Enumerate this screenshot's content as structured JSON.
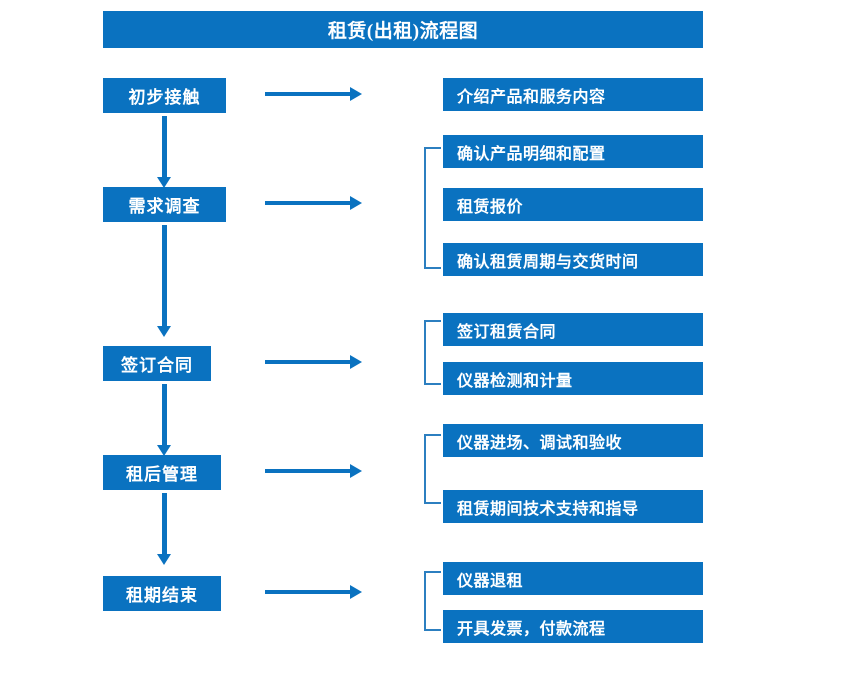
{
  "header": {
    "title": "租赁(出租)流程图"
  },
  "colors": {
    "brand_blue": "#0a72c0",
    "bracket_blue": "#2c7fc0",
    "box_text": "#ffffff",
    "background": "#ffffff"
  },
  "flow": {
    "stages": [
      {
        "label": "初步接触"
      },
      {
        "label": "需求调查"
      },
      {
        "label": "签订合同"
      },
      {
        "label": "租后管理"
      },
      {
        "label": "租期结束"
      }
    ],
    "detail_groups": [
      {
        "items": [
          {
            "label": "介绍产品和服务内容"
          }
        ]
      },
      {
        "items": [
          {
            "label": "确认产品明细和配置"
          },
          {
            "label": "租赁报价"
          },
          {
            "label": "确认租赁周期与交货时间"
          }
        ]
      },
      {
        "items": [
          {
            "label": "签订租赁合同"
          },
          {
            "label": "仪器检测和计量"
          }
        ]
      },
      {
        "items": [
          {
            "label": "仪器进场、调试和验收"
          },
          {
            "label": "租赁期间技术支持和指导"
          }
        ]
      },
      {
        "items": [
          {
            "label": "仪器退租"
          },
          {
            "label": "开具发票，付款流程"
          }
        ]
      }
    ]
  }
}
